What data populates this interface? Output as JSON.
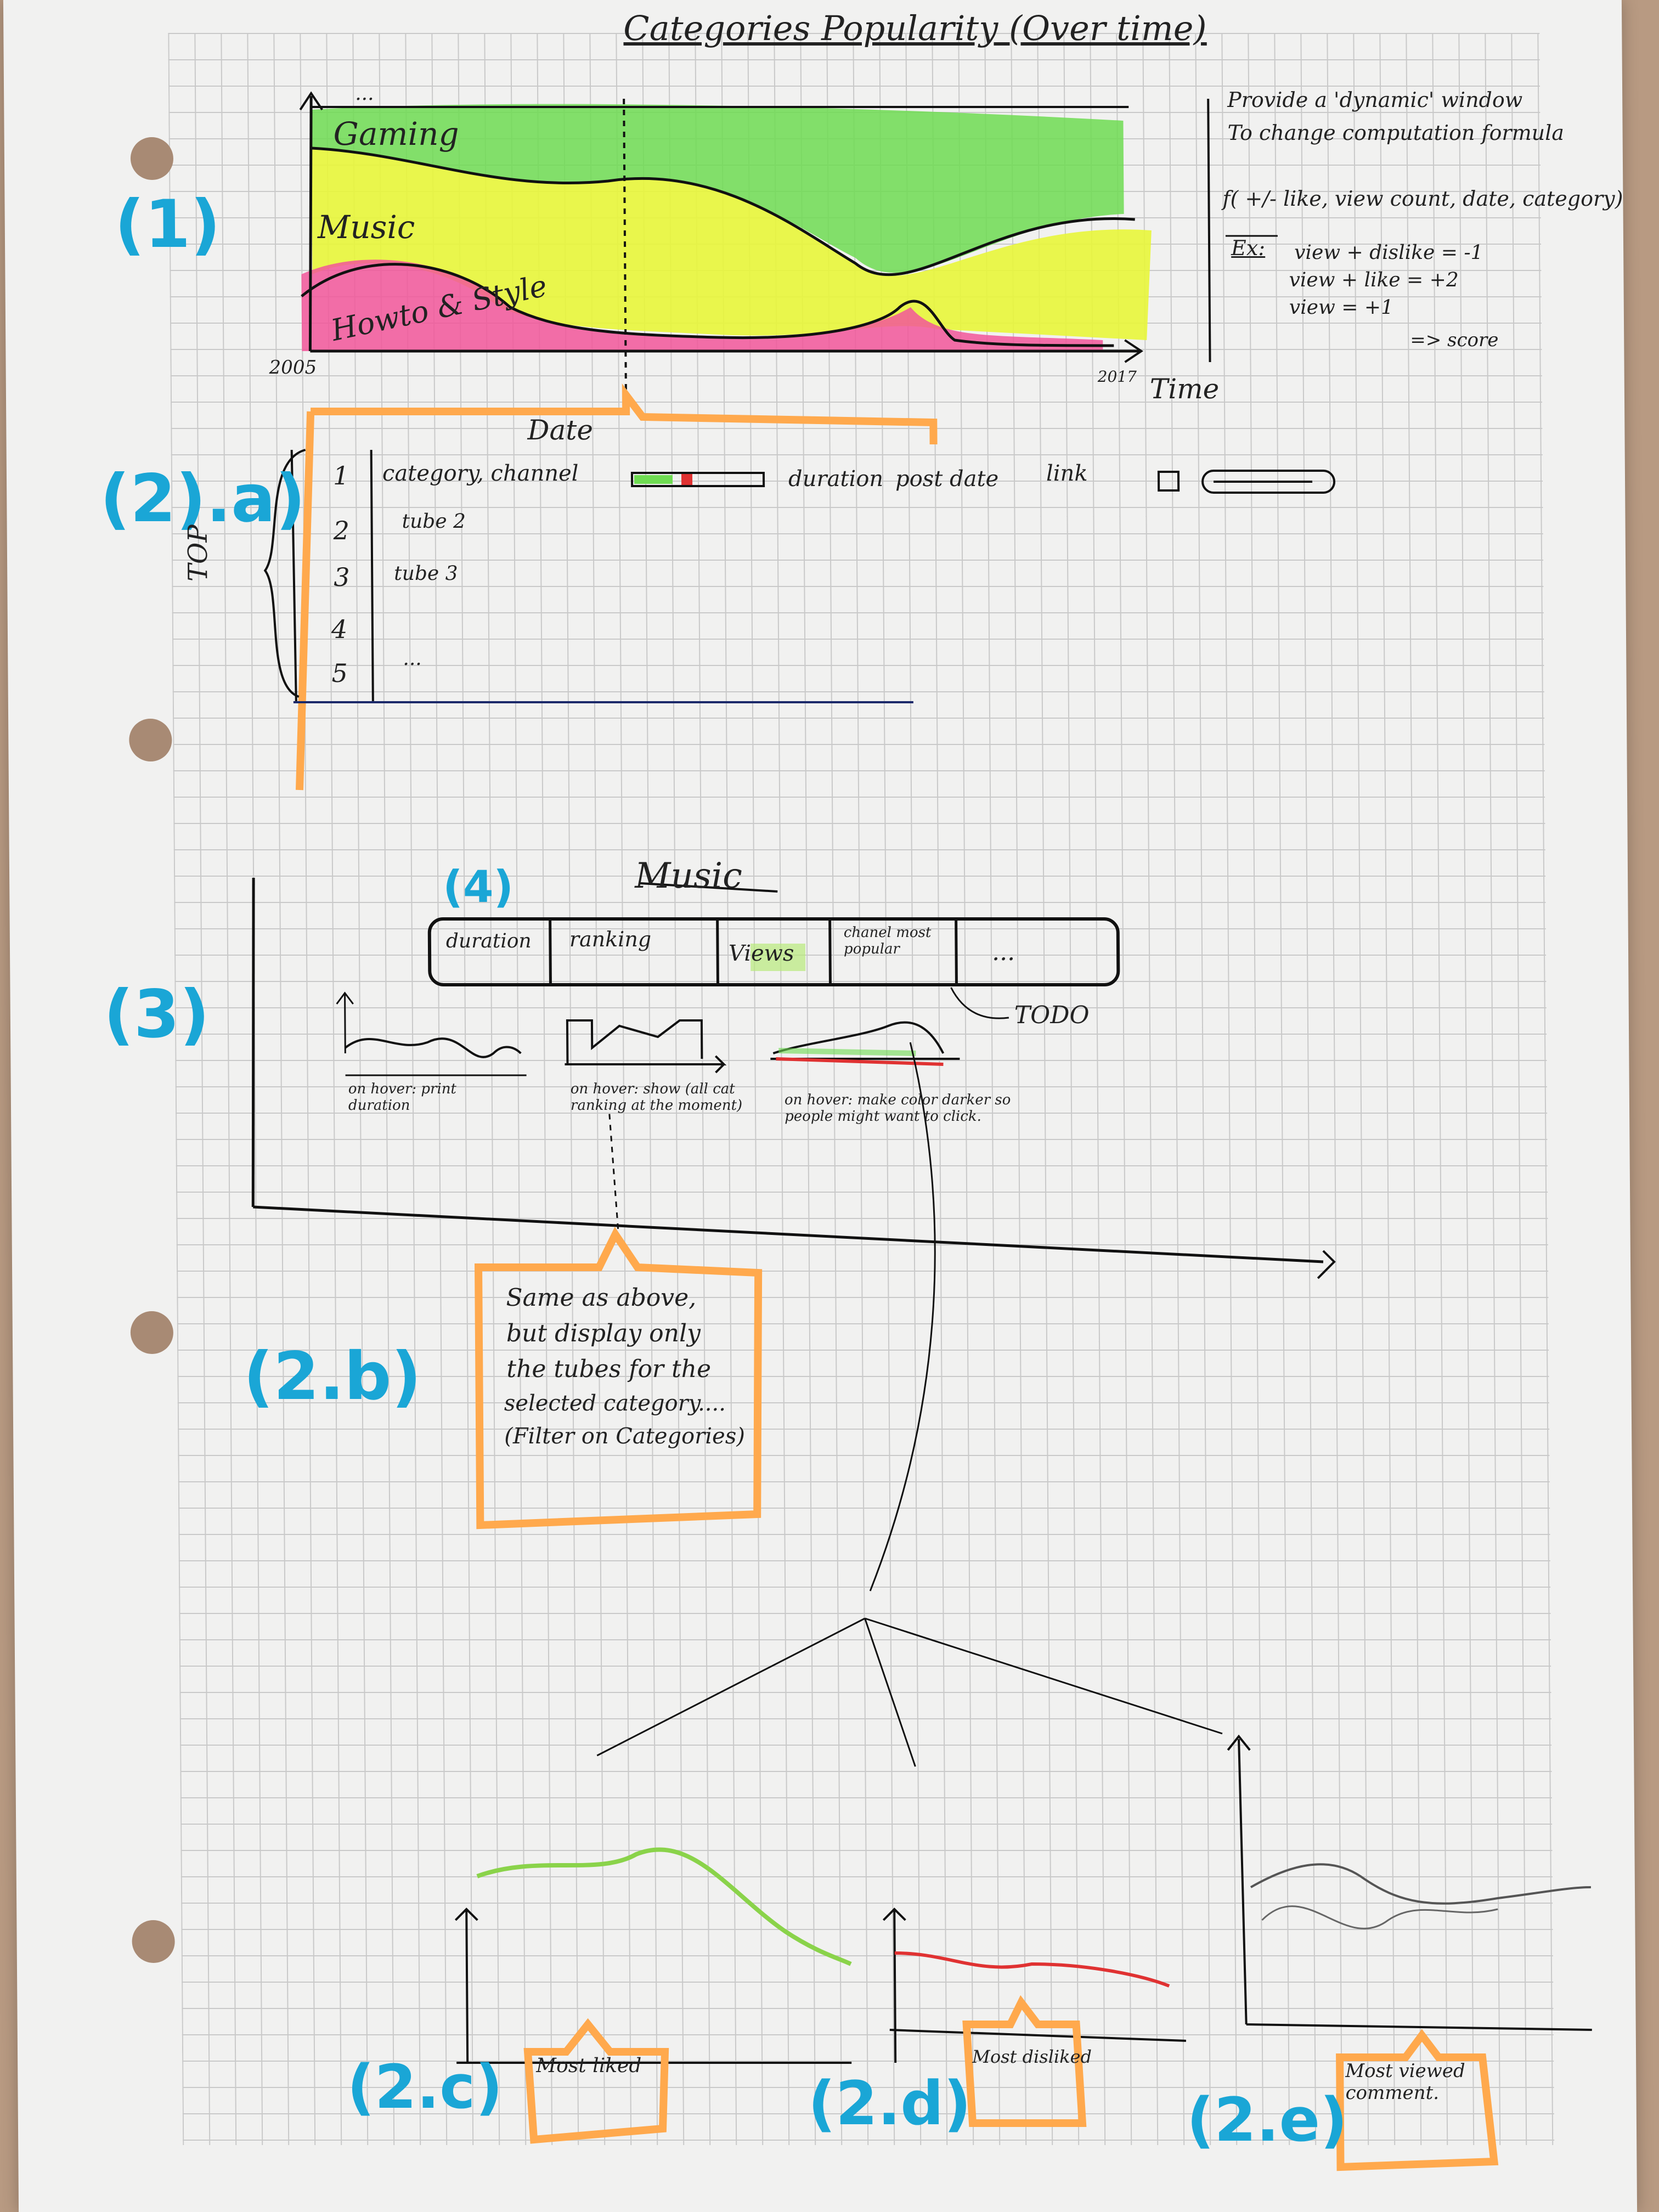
{
  "title": "Categories Popularity (Over time)",
  "chart_data": {
    "type": "area",
    "xlabel": "Time",
    "x_start": "2005",
    "x_end": "2017",
    "series": [
      {
        "name": "Gaming",
        "color": "#6fdc52"
      },
      {
        "name": "Music",
        "color": "#e8f63a"
      },
      {
        "name": "Howto & Style",
        "color": "#f2569a"
      }
    ],
    "ellipsis": "..."
  },
  "side_note": {
    "lines": [
      "Provide a 'dynamic' window",
      "To change computation formula",
      "f( +/- like, view count, date, category)"
    ],
    "example_label": "Ex:",
    "examples": [
      "view + dislike = -1",
      "view + like = +2",
      "view = +1"
    ],
    "arrow_text": "=> score"
  },
  "section_labels": {
    "s1": "(1)",
    "s2a": "(2).a)",
    "s3": "(3)",
    "s2b": "(2.b)",
    "s2c": "(2.c)",
    "s2d": "(2.d)",
    "s2e": "(2.e)",
    "s4": "(4)"
  },
  "table": {
    "header": "Date",
    "side_label": "TOP",
    "rows": [
      {
        "num": "1",
        "text": "category, channel"
      },
      {
        "num": "2",
        "text": "tube 2"
      },
      {
        "num": "3",
        "text": "tube 3"
      },
      {
        "num": "4",
        "text": ""
      },
      {
        "num": "5",
        "text": "..."
      }
    ],
    "columns": [
      "duration",
      "post date",
      "link"
    ]
  },
  "music_panel": {
    "title": "Music",
    "tabs": [
      "duration",
      "ranking",
      "Views",
      "chanel most popular",
      "..."
    ],
    "todo": "TODO",
    "notes": [
      "on hover: print duration",
      "on hover: show (all cat ranking at the moment)",
      "on hover: make color darker so people might want to click."
    ]
  },
  "note_box": [
    "Same as above,",
    "but display only",
    "the tubes for the",
    "selected category....",
    "(Filter on Categories)"
  ],
  "bottom_boxes": [
    "Most liked",
    "Most disliked",
    "Most viewed comment."
  ]
}
